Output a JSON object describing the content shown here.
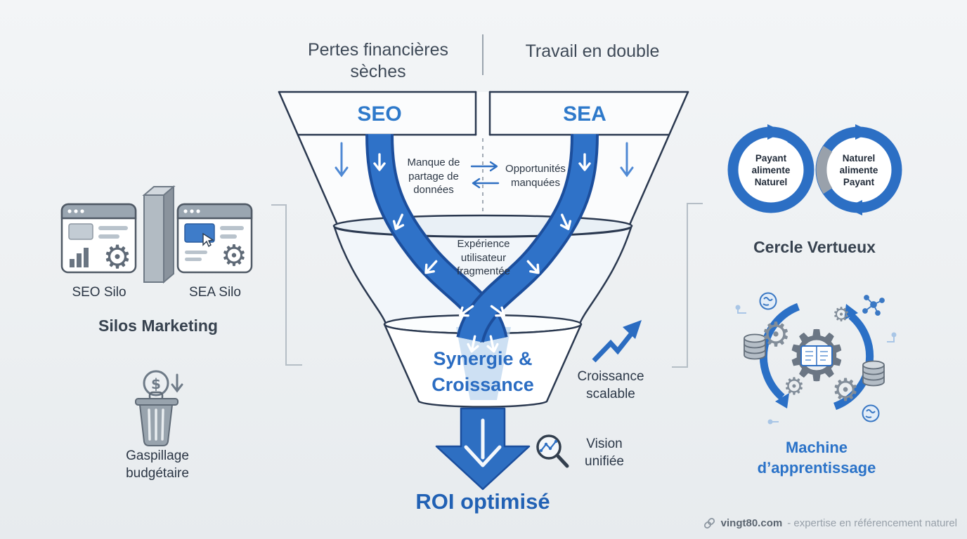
{
  "colors": {
    "background": "#eef0f2",
    "accent_blue": "#2e6fc2",
    "dark_navy": "#2b3950",
    "gray": "#8d99a6"
  },
  "icons": {
    "gear": "⚙",
    "dollar": "$"
  },
  "header": {
    "left_label": "Pertes financières\nsèches",
    "right_label": "Travail en double"
  },
  "funnel": {
    "seo": "SEO",
    "sea": "SEA",
    "synergie": "Synergie &\nCroissance",
    "roi": "ROI optimisé"
  },
  "annotations": {
    "manque": "Manque de\npartage de\ndonnées",
    "opportunites": "Opportunités\nmanquées",
    "experience": "Expérience\nutilisateur\nfragmentée",
    "croissance": "Croissance\nscalable",
    "vision": "Vision\nunifiée"
  },
  "left_panel": {
    "seo_silo": "SEO Silo",
    "sea_silo": "SEA Silo",
    "title": "Silos Marketing",
    "waste": "Gaspillage\nbudgétaire"
  },
  "right_panel": {
    "ring_left": "Payant\nalimente\nNaturel",
    "ring_right": "Naturel\nalimente\nPayant",
    "circle_title": "Cercle Vertueux",
    "machine_title": "Machine\nd’apprentissage"
  },
  "footer": {
    "site": "vingt80.com",
    "tagline": "- expertise en référencement naturel"
  }
}
